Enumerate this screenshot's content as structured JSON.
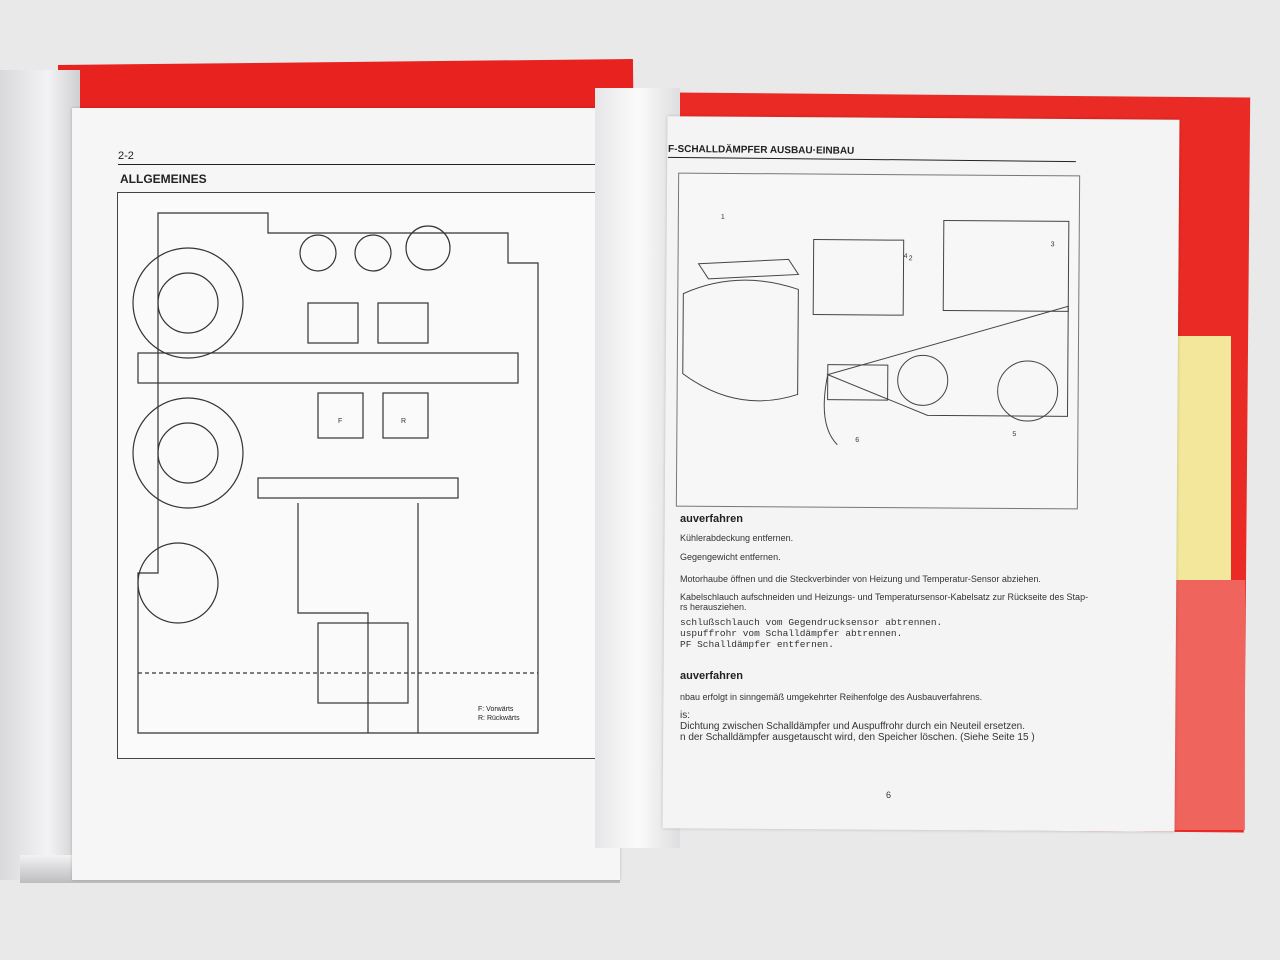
{
  "left_page": {
    "page_number": "2-2",
    "title": "ALLGEMEINES",
    "diagram_labels": {
      "f": "F",
      "r": "R"
    },
    "legend": [
      "F: Vorwärts",
      "R: Rückwärts"
    ]
  },
  "right_page": {
    "header": "F-SCHALLDÄMPFER AUSBAU·EINBAU",
    "callouts": [
      "1",
      "2",
      "3",
      "4",
      "5",
      "6"
    ],
    "removal": {
      "heading": "auverfahren",
      "steps": [
        "Kühlerabdeckung entfernen.",
        "Gegengewicht entfernen.",
        "Motorhaube öffnen und die Steckverbinder von Heizung und Temperatur-Sensor abziehen.",
        "Kabelschlauch aufschneiden und Heizungs- und Temperatursensor-Kabelsatz zur Rückseite des Stap-",
        "rs herausziehen."
      ],
      "mono_steps": [
        "schlußschlauch vom Gegendrucksensor abtrennen.",
        "uspuffrohr vom Schalldämpfer abtrennen.",
        "PF Schalldämpfer entfernen."
      ]
    },
    "install": {
      "heading": "auverfahren",
      "text": "nbau erfolgt in sinngemäß umgekehrter Reihenfolge des Ausbauverfahrens.",
      "note_label": "is:",
      "notes": [
        "Dichtung zwischen Schalldämpfer und Auspuffrohr durch ein Neuteil ersetzen.",
        "n der Schalldämpfer ausgetauscht wird, den Speicher löschen. (Siehe Seite  15    )"
      ]
    },
    "page_number": "6"
  },
  "colors": {
    "binder_red": "#e8231f",
    "tab_yellow": "#f2e79a",
    "paper": "#f5f5f6"
  }
}
